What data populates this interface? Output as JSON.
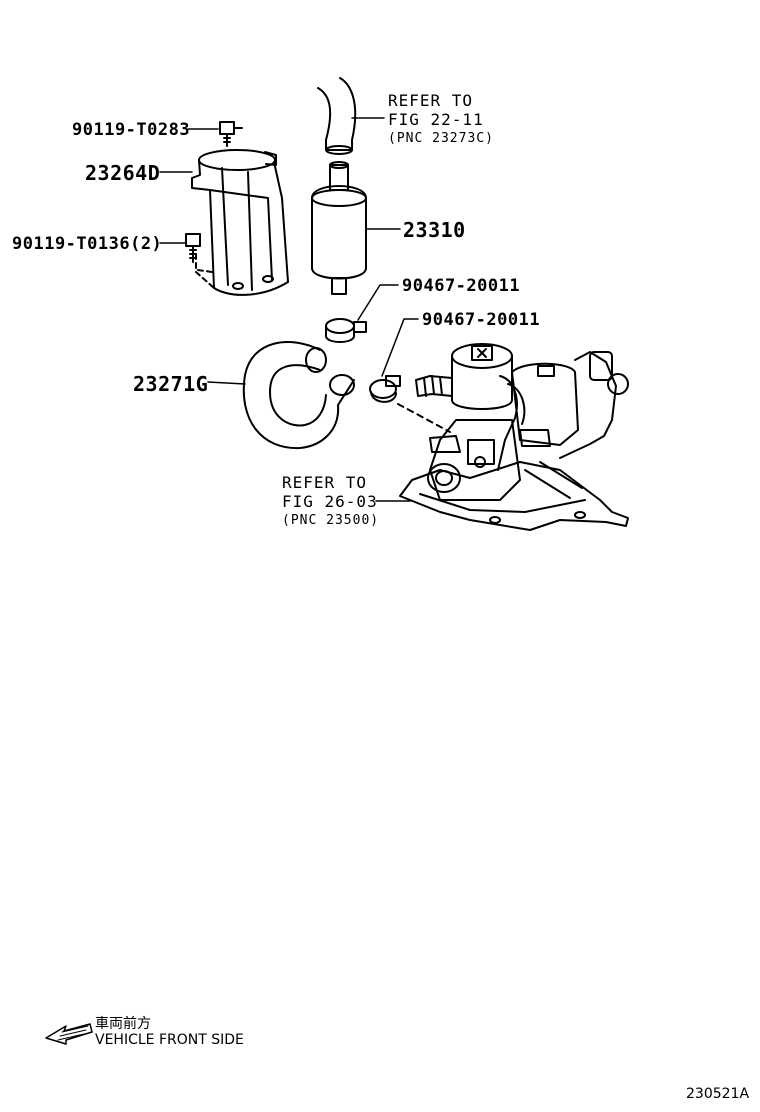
{
  "labels": {
    "bolt_top": "90119-T0283",
    "bracket": "23264D",
    "bolt_side": "90119-T0136(2)",
    "hose": "23271G",
    "filter": "23310",
    "clamp_1": "90467-20011",
    "clamp_2": "90467-20011"
  },
  "refer_top": {
    "line1": "REFER TO",
    "line2": "FIG 22-11",
    "line3": "(PNC 23273C)"
  },
  "refer_bottom": {
    "line1": "REFER TO",
    "line2": "FIG 26-03",
    "line3": "(PNC 23500)"
  },
  "direction": {
    "jp": "車両前方",
    "en": "VEHICLE FRONT SIDE",
    "icon": "arrow-left-icon"
  },
  "figure_code": "230521A"
}
